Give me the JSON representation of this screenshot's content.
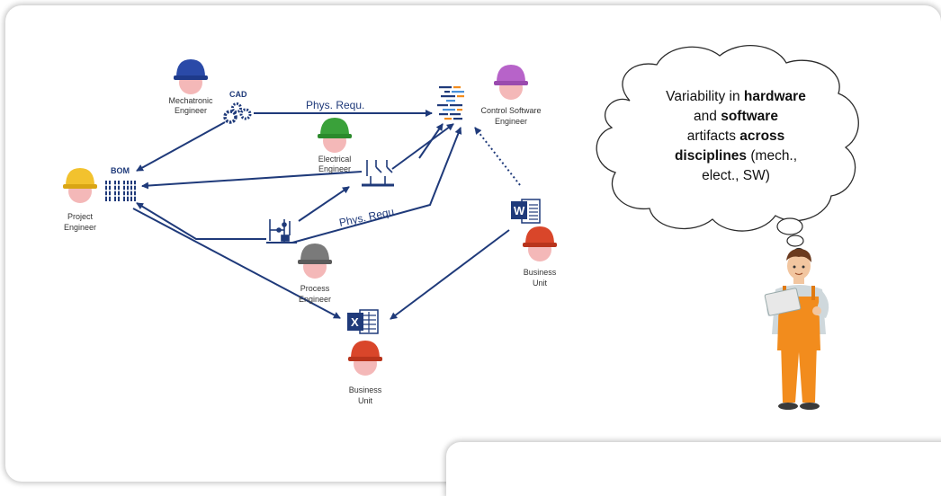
{
  "roles": {
    "mechatronic": [
      "Mechatronic",
      "Engineer"
    ],
    "project": [
      "Project",
      "Engineer"
    ],
    "electrical": [
      "Electrical",
      "Engineer"
    ],
    "control": [
      "Control Software",
      "Engineer"
    ],
    "process": [
      "Process",
      "Engineer"
    ],
    "business_right": [
      "Business",
      "Unit"
    ],
    "business_bottom": [
      "Business",
      "Unit"
    ]
  },
  "tools": {
    "cad": "CAD",
    "bom": "BOM",
    "word_letter": "W",
    "excel_letter": "X"
  },
  "edges": {
    "phys_requ_top": "Phys. Requ.",
    "phys_requ_mid": "Phys. Requ."
  },
  "thought": {
    "line1": [
      "Variability in ",
      "hardware"
    ],
    "line2": [
      "and ",
      "software"
    ],
    "line3": [
      "artifacts ",
      "across"
    ],
    "line4": [
      "disciplines",
      " (mech.,"
    ],
    "line5": "elect., SW)"
  },
  "colors": {
    "arrow": "#1f3a7a",
    "helmet_mechatronic": "#2a4aa8",
    "helmet_project": "#f2c22e",
    "helmet_electrical": "#3aa13a",
    "helmet_control": "#b763c9",
    "helmet_process": "#7a7a7a",
    "helmet_business": "#d9462a",
    "face": "#f4b8b8",
    "overalls": "#f28c1d"
  }
}
